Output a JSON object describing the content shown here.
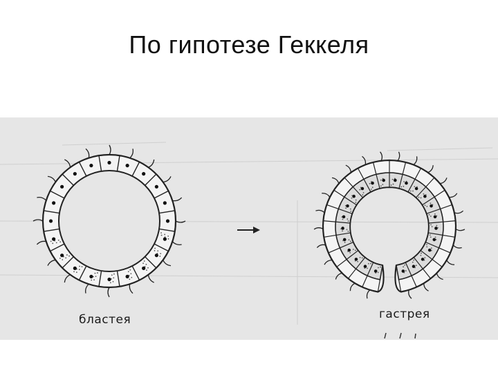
{
  "slide": {
    "title": "По гипотезе Геккеля"
  },
  "figure": {
    "left_caption": "бластея",
    "right_caption": "гастрея",
    "colors": {
      "background": "#ffffff",
      "scan_paper": "#e6e6e6",
      "ink": "#222222"
    }
  }
}
